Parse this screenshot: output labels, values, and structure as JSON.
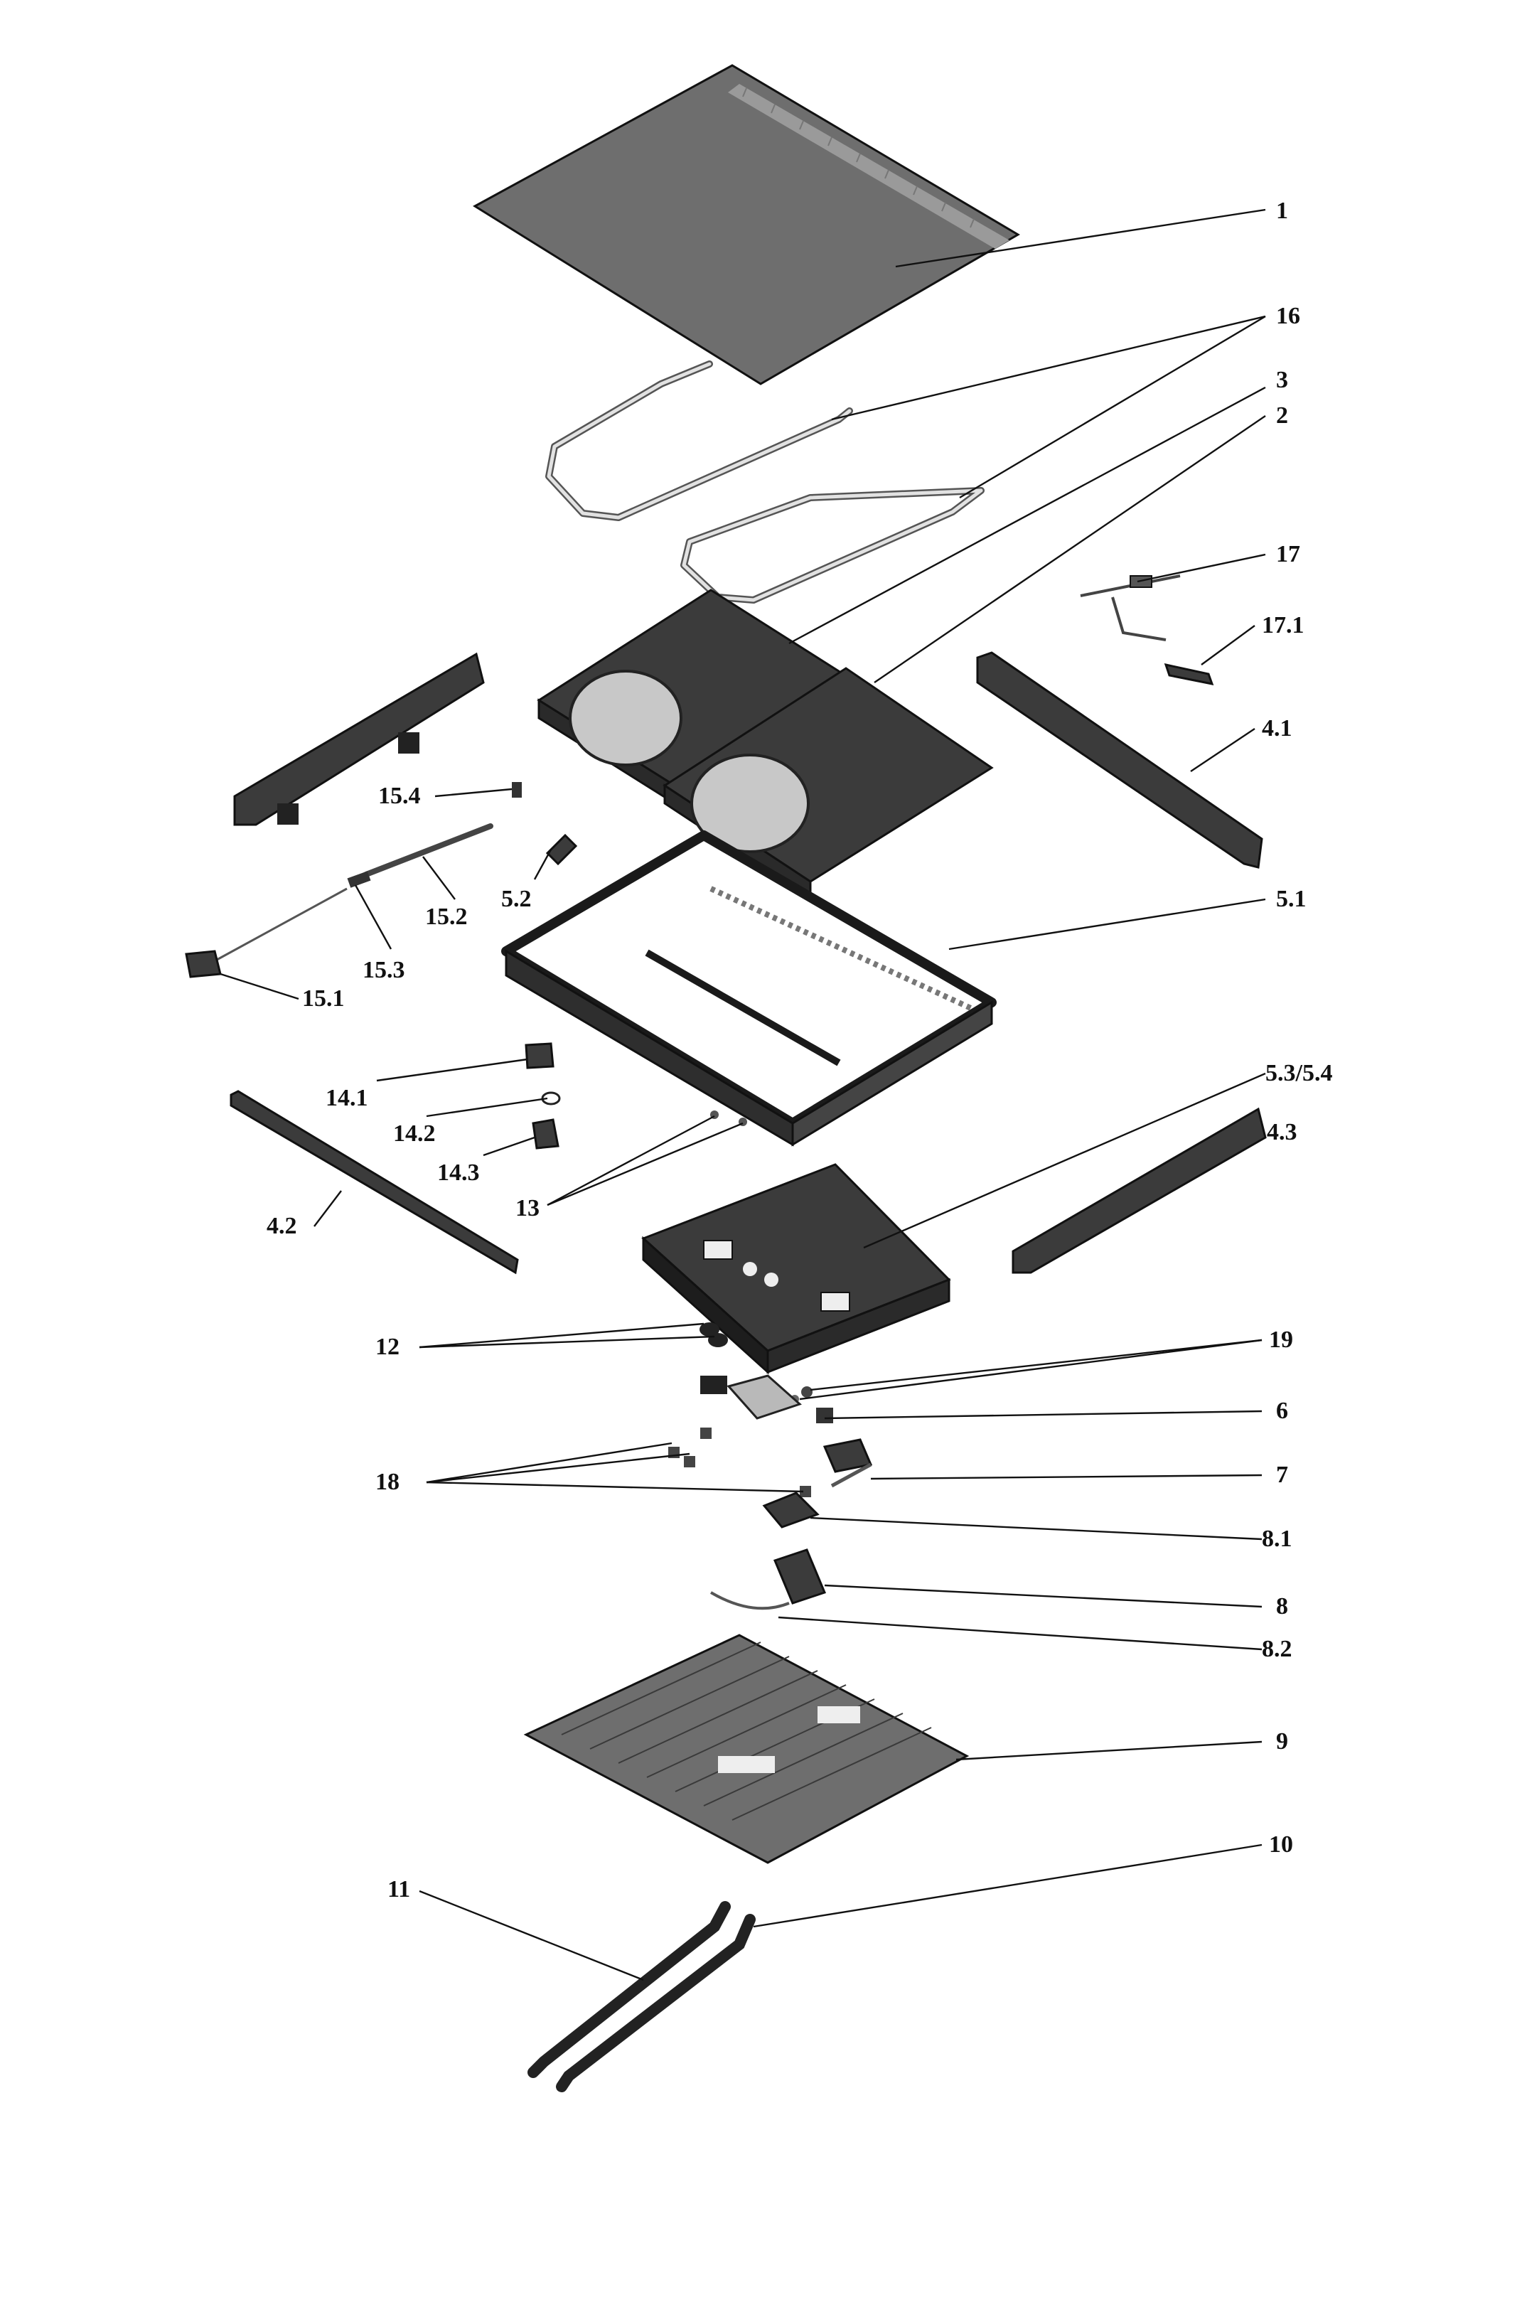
{
  "labels": {
    "l1": "1",
    "l16": "16",
    "l3": "3",
    "l2": "2",
    "l17": "17",
    "l17_1": "17.1",
    "l4_1": "4.1",
    "l15_4": "15.4",
    "l5_2": "5.2",
    "l15_2": "15.2",
    "l15_3": "15.3",
    "l15_1": "15.1",
    "l5_1": "5.1",
    "l5_3": "5.3/5.4",
    "l14_1": "14.1",
    "l14_2": "14.2",
    "l14_3": "14.3",
    "l4_3": "4.3",
    "l4_2": "4.2",
    "l13": "13",
    "l12": "12",
    "l19": "19",
    "l6": "6",
    "l18": "18",
    "l7": "7",
    "l8_1": "8.1",
    "l8": "8",
    "l8_2": "8.2",
    "l9": "9",
    "l10": "10",
    "l11": "11"
  },
  "colors": {
    "ink": "#111111",
    "paper": "#ffffff"
  }
}
